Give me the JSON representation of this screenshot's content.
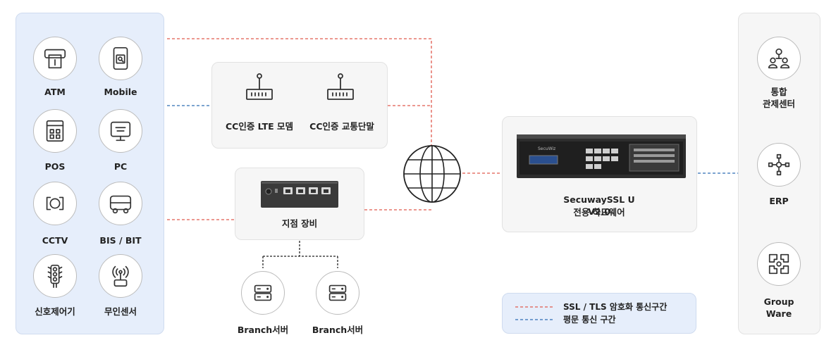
{
  "left_devices": [
    {
      "label": "ATM",
      "icon": "atm-icon"
    },
    {
      "label": "Mobile",
      "icon": "mobile-icon"
    },
    {
      "label": "POS",
      "icon": "pos-icon"
    },
    {
      "label": "PC",
      "icon": "pc-icon"
    },
    {
      "label": "CCTV",
      "icon": "cctv-icon"
    },
    {
      "label": "BIS / BIT",
      "icon": "bus-icon"
    },
    {
      "label": "신호제어기",
      "icon": "traffic-light-icon"
    },
    {
      "label": "무인센서",
      "icon": "sensor-icon"
    }
  ],
  "modems": [
    {
      "label": "CC인증 LTE 모뎀",
      "icon": "router-icon"
    },
    {
      "label": "CC인증 교통단말",
      "icon": "router-icon"
    }
  ],
  "branch_equipment": {
    "label": "지점 장비"
  },
  "branch_servers": [
    {
      "label": "Branch서버",
      "icon": "server-icon"
    },
    {
      "label": "Branch서버",
      "icon": "server-icon"
    }
  ],
  "internet": {
    "icon": "globe-icon"
  },
  "hardware": {
    "line1": "SecuwaySSL U V2.0",
    "line2": "전용 하드웨어",
    "brand": "SecuWiz"
  },
  "legend": [
    {
      "label": "SSL / TLS 암호화 통신구간",
      "color": "#e05a4e"
    },
    {
      "label": "평문 통신 구간",
      "color": "#2f6db5"
    }
  ],
  "right_services": [
    {
      "line1": "통합",
      "line2": "관제센터",
      "icon": "org-chart-icon"
    },
    {
      "line1": "ERP",
      "line2": "",
      "icon": "network-node-icon"
    },
    {
      "line1": "Group",
      "line2": "Ware",
      "icon": "groupware-icon"
    }
  ],
  "colors": {
    "ssl": "#e05a4e",
    "plain": "#2f6db5",
    "left_bg": "#e6eefb",
    "box_bg": "#f6f6f6"
  }
}
